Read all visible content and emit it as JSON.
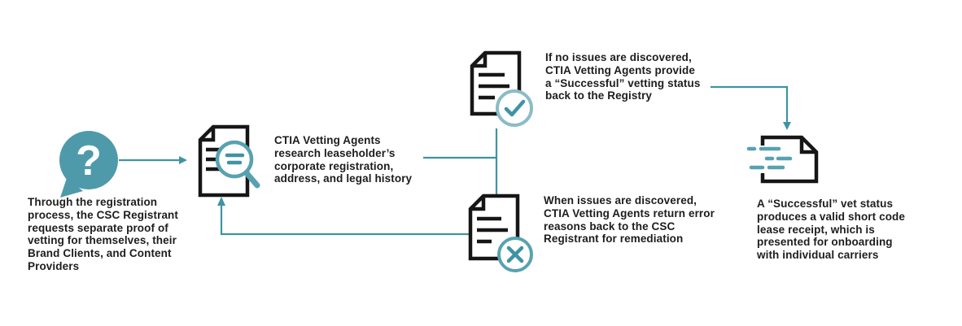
{
  "diagram": {
    "colors": {
      "teal": "#3f93a4",
      "teal_mid": "#57a2b1",
      "teal_light": "#8abcc7",
      "bubble": "#4e9aab",
      "icon_black": "#161616",
      "text": "#1d1d1d"
    },
    "nodes": {
      "question": {
        "icon": "question-bubble-icon",
        "glyph": "?",
        "caption": "Through the registration\nprocess, the CSC Registrant\nrequests separate proof of\nvetting for themselves, their\nBrand Clients, and Content\nProviders"
      },
      "research": {
        "icon": "document-search-icon",
        "caption": "CTIA Vetting Agents\nresearch leaseholder’s\ncorporate registration,\naddress, and legal history"
      },
      "success": {
        "icon": "document-check-icon",
        "caption": "If no issues are discovered,\nCTIA Vetting Agents provide\na “Successful” vetting status\nback to the Registry"
      },
      "error": {
        "icon": "document-error-icon",
        "caption": "When issues are discovered,\nCTIA Vetting Agents return error\nreasons back to the CSC\nRegistrant for remediation"
      },
      "receipt": {
        "icon": "lease-receipt-icon",
        "caption": "A “Successful” vet status\nproduces a valid short code\nlease receipt, which is\npresented for onboarding\nwith individual carriers"
      }
    }
  }
}
